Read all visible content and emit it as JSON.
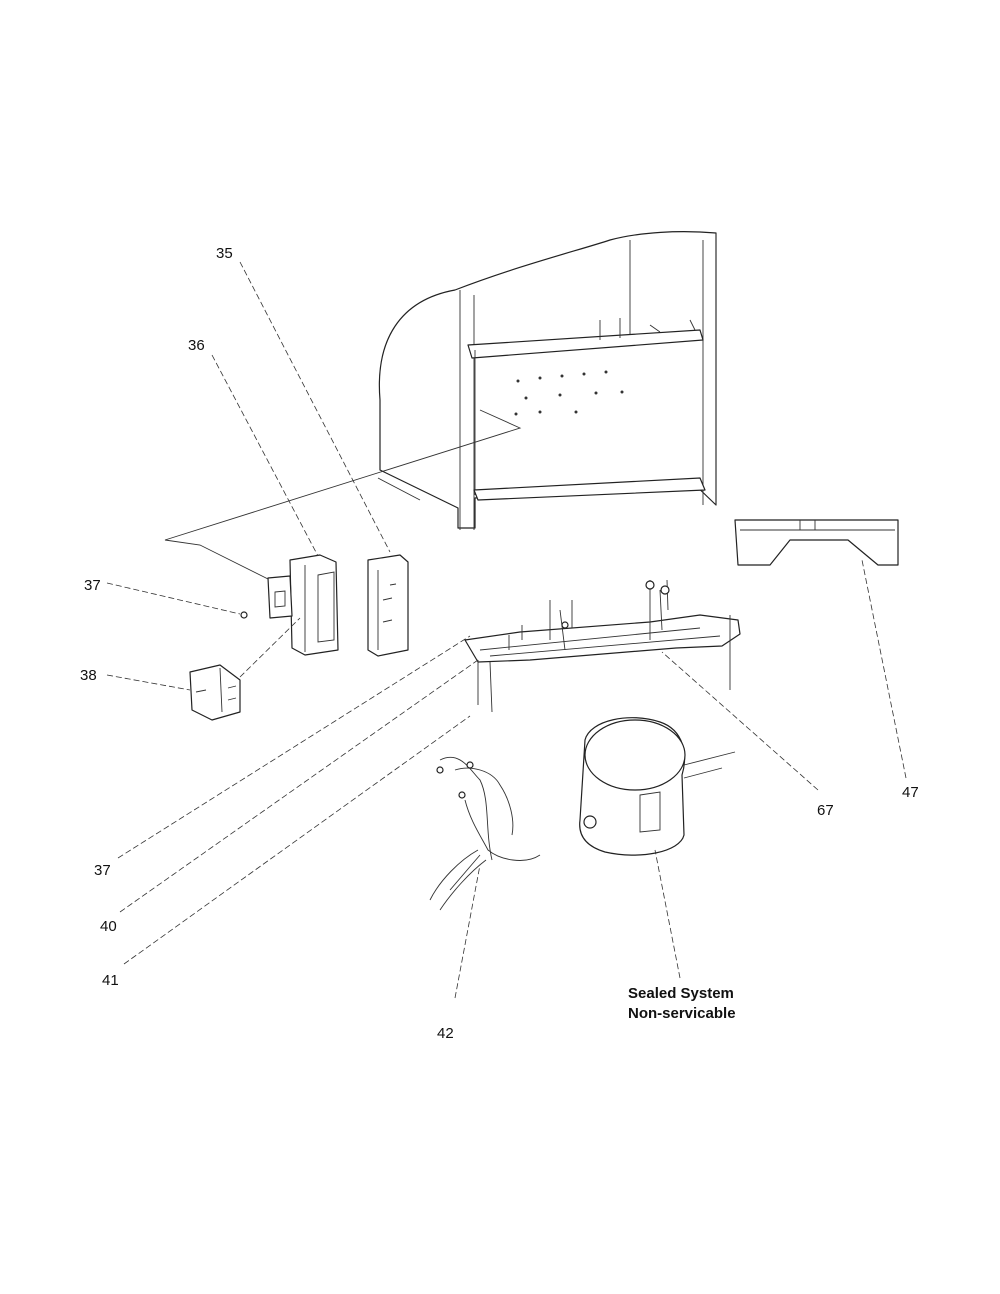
{
  "callouts": {
    "c35": "35",
    "c36": "36",
    "c37a": "37",
    "c38": "38",
    "c37b": "37",
    "c40": "40",
    "c41": "41",
    "c42": "42",
    "c67": "67",
    "c47": "47"
  },
  "note": {
    "line1": "Sealed System",
    "line2": "Non-servicable"
  },
  "colors": {
    "line": "#222222",
    "background": "#ffffff"
  }
}
